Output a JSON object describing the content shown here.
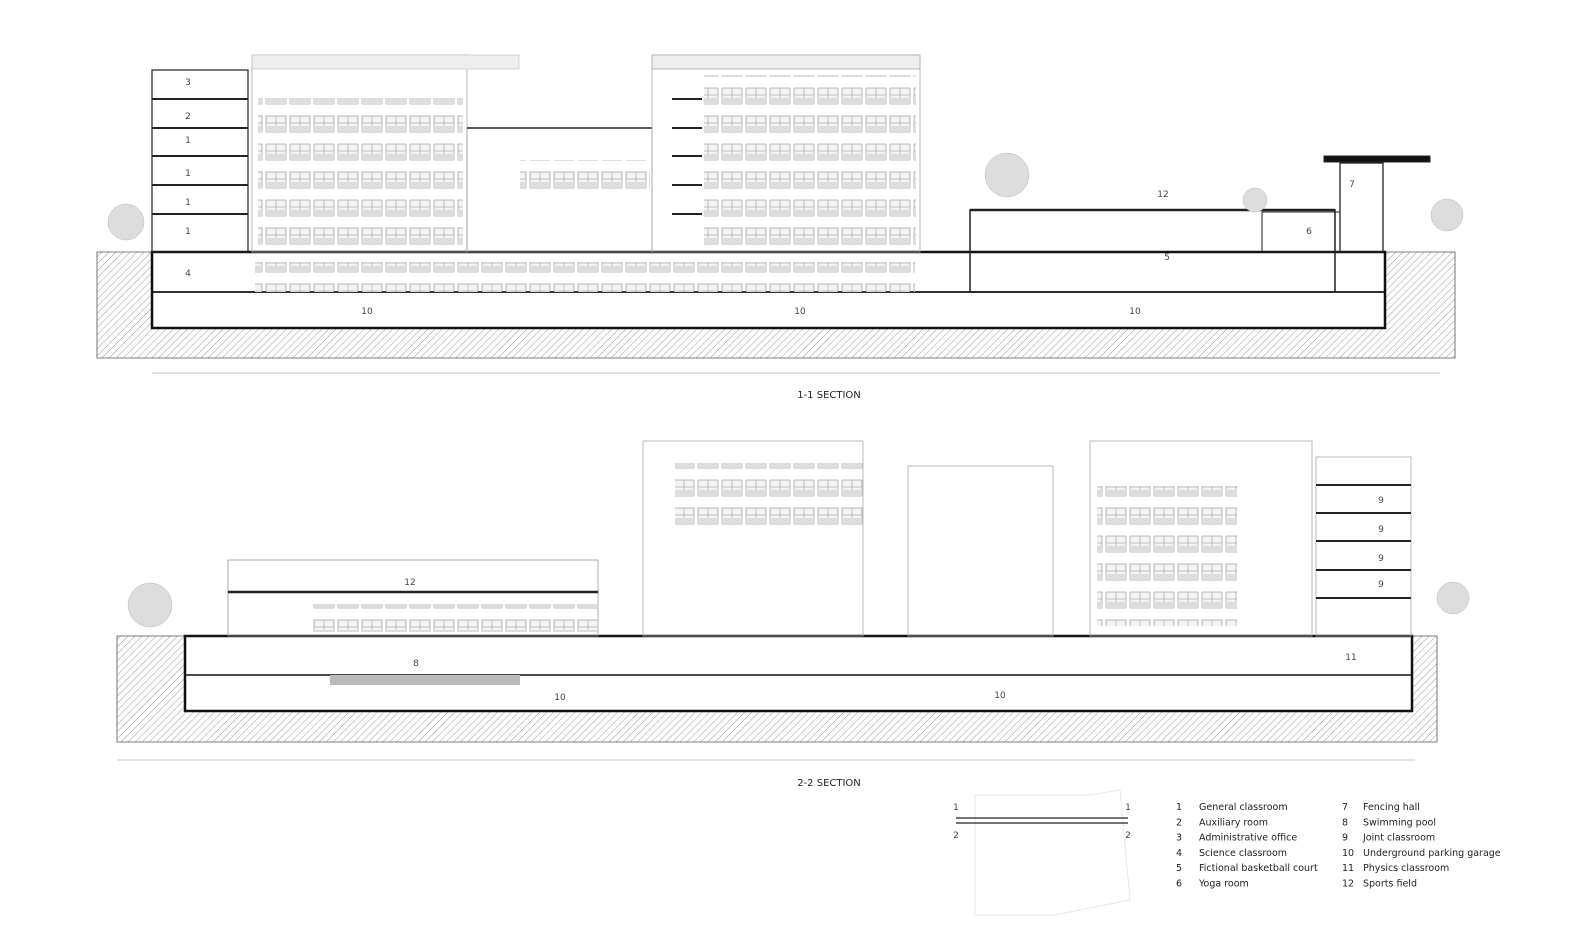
{
  "sections": [
    {
      "title": "1-1 SECTION",
      "rooms": [
        {
          "n": "3"
        },
        {
          "n": "2"
        },
        {
          "n": "1"
        },
        {
          "n": "1"
        },
        {
          "n": "1"
        },
        {
          "n": "1"
        },
        {
          "n": "4"
        },
        {
          "n": "10"
        },
        {
          "n": "10"
        },
        {
          "n": "10"
        },
        {
          "n": "12"
        },
        {
          "n": "5"
        },
        {
          "n": "7"
        },
        {
          "n": "6"
        }
      ]
    },
    {
      "title": "2-2 SECTION",
      "rooms": [
        {
          "n": "12"
        },
        {
          "n": "8"
        },
        {
          "n": "10"
        },
        {
          "n": "10"
        },
        {
          "n": "9"
        },
        {
          "n": "9"
        },
        {
          "n": "9"
        },
        {
          "n": "9"
        },
        {
          "n": "11"
        }
      ]
    }
  ],
  "key_plan": {
    "cut1_label": "1",
    "cut2_label": "2"
  },
  "legend": [
    {
      "num": "1",
      "label": "General classroom"
    },
    {
      "num": "2",
      "label": "Auxiliary room"
    },
    {
      "num": "3",
      "label": "Administrative office"
    },
    {
      "num": "4",
      "label": "Science classroom"
    },
    {
      "num": "5",
      "label": "Fictional basketball court"
    },
    {
      "num": "6",
      "label": "Yoga room"
    },
    {
      "num": "7",
      "label": "Fencing hall"
    },
    {
      "num": "8",
      "label": "Swimming pool"
    },
    {
      "num": "9",
      "label": "Joint classroom"
    },
    {
      "num": "10",
      "label": "Underground parking garage"
    },
    {
      "num": "11",
      "label": "Physics classroom"
    },
    {
      "num": "12",
      "label": "Sports field"
    }
  ]
}
